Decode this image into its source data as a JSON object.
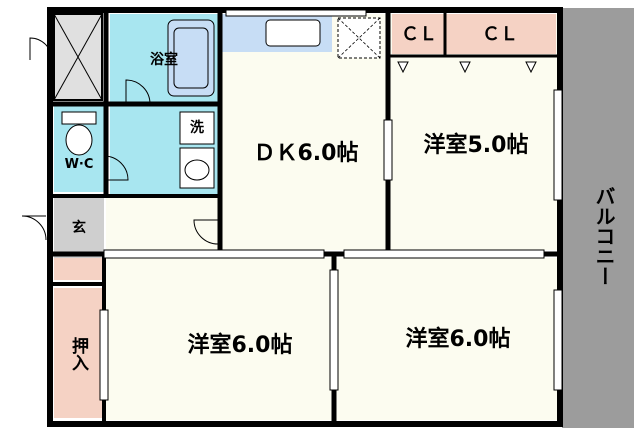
{
  "rooms": {
    "bath": "浴室",
    "wash": "洗",
    "wc": "W·C",
    "entrance": "玄",
    "dk": "ＤＫ6.0帖",
    "western_5": "洋室5.0帖",
    "western_6_left": "洋室6.0帖",
    "western_6_right": "洋室6.0帖",
    "closet_1": "ＣＬ",
    "closet_2": "ＣＬ",
    "oshiire": "押入",
    "balcony": "バルコニー"
  },
  "colors": {
    "wall": "#000000",
    "wet_area": "#a8e6f0",
    "fixture": "#c7ddf5",
    "storage": "#f5d2c4",
    "entrance": "#cfcfcf",
    "balcony": "#9c9c9c",
    "floor": "#fcfcf0"
  }
}
